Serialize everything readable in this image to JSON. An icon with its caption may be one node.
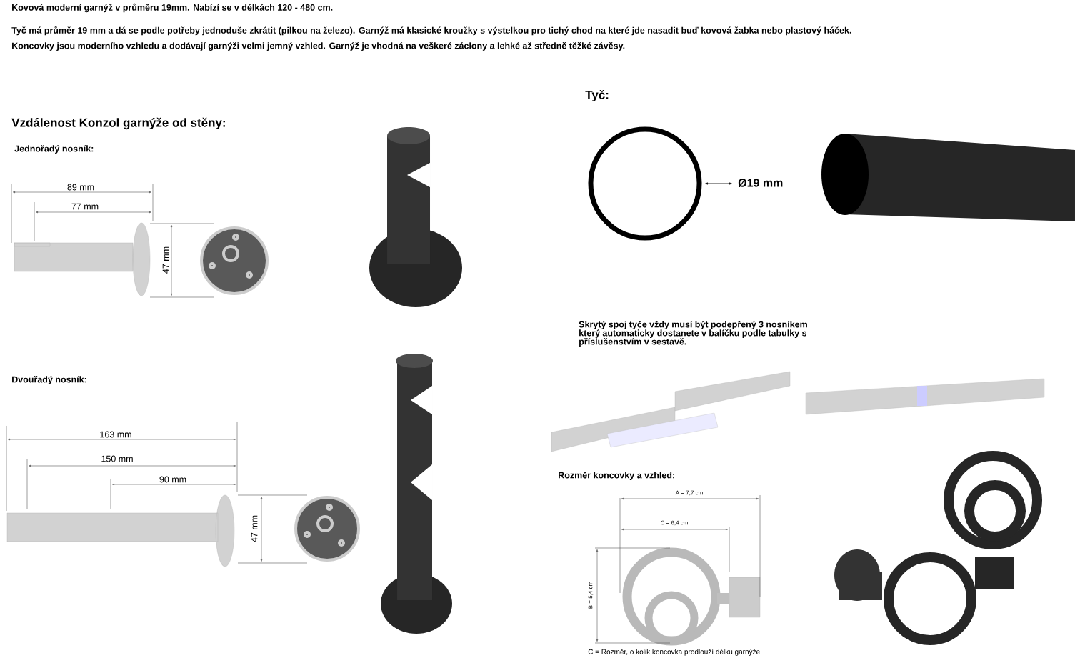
{
  "diagram": {
    "labels": [
      "Kovová moderní garnýž v průměru 19mm. Nabízí se v délkách 120 - 480 cm.",
      "Tyč má průměr 19 mm a dá se podle potřeby jednoduše zkrátit (pilkou na železo). Garnýž má klasické kroužky s výstelkou pro tichý chod na které jde nasadit buď kovová žabka nebo plastový háček.",
      "Koncovky jsou moderního vzhledu a dodávají garnýži velmi jemný vzhled. Garnýž je vhodná na veškeré záclony a lehké až středně těžké závěsy.",
      "Tyč:",
      "Vzdálenost Konzol garnýže od stěny:",
      "Jednořadý nosník:",
      "89 mm",
      "77 mm",
      "47 mm",
      "Ø19 mm",
      "Skrytý spoj tyče vždy musí být podepřený 3 nosníkem který automaticky dostanete v balíčku podle tabulky s příslušenstvím v sestavě.",
      "Dvouřadý nosník:",
      "163 mm",
      "150 mm",
      "90 mm",
      "47 mm",
      "Rozměr koncovky a vzhled:",
      "A = 7,7 cm",
      "C = 6,4 cm",
      "B = 5,4 cm",
      "C = Rozměr, o kolik koncovka prodlouží délku garnýže."
    ]
  }
}
